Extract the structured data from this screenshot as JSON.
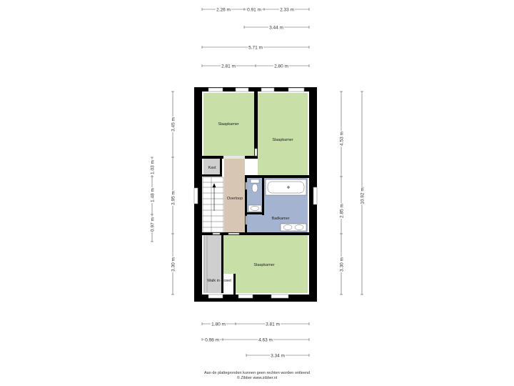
{
  "colors": {
    "wall": "#000000",
    "bedroom": "#c8e0a8",
    "hallway": "#d8c6b4",
    "bathroom": "#a4b4d0",
    "closet": "#cfcfcf",
    "dimension": "#555555"
  },
  "rooms": {
    "bedroom_top_left": "Slaapkamer",
    "bedroom_top_right": "Slaapkamer",
    "cupboard": "Kast",
    "landing": "Overloop",
    "bathroom": "Badkamer",
    "bedroom_bottom": "Slaapkamer",
    "walk_in_closet": "Walk in closet"
  },
  "dimensions": {
    "top": [
      "2.26 m",
      "0.91 m",
      "2.33 m",
      "3.44 m",
      "5.71 m",
      "2.81 m",
      "2.80 m"
    ],
    "bottom": [
      "1.80 m",
      "3.81 m",
      "0.98 m",
      "4.63 m",
      "3.34 m"
    ],
    "left": [
      "3.45 m",
      "1.03 m",
      "1.48 m",
      "3.95 m",
      "0.97 m",
      "3.30 m"
    ],
    "right": [
      "4.53 m",
      "10.92 m",
      "2.85 m",
      "3.30 m"
    ]
  },
  "footer": {
    "disclaimer": "Aan de plattegronden kunnen geen rechten worden ontleend",
    "copyright": "© Zibber www.zibber.nl"
  }
}
